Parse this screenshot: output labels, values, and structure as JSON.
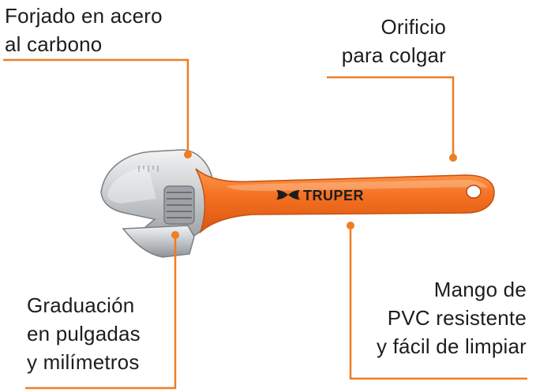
{
  "callouts": {
    "forged": {
      "lines": [
        "Forjado en acero",
        "al carbono"
      ]
    },
    "hole": {
      "lines": [
        "Orificio",
        "para colgar"
      ]
    },
    "scale": {
      "lines": [
        "Graduación",
        "en pulgadas",
        "y milímetros"
      ]
    },
    "handle": {
      "lines": [
        "Mango de",
        "PVC resistente",
        "y fácil de limpiar"
      ]
    }
  },
  "brand": {
    "name": "TRUPER"
  },
  "colors": {
    "leader": "#ef7d22",
    "handle": "#f36f21",
    "text": "#1d1d1b",
    "steel": "#c9cbcd"
  }
}
